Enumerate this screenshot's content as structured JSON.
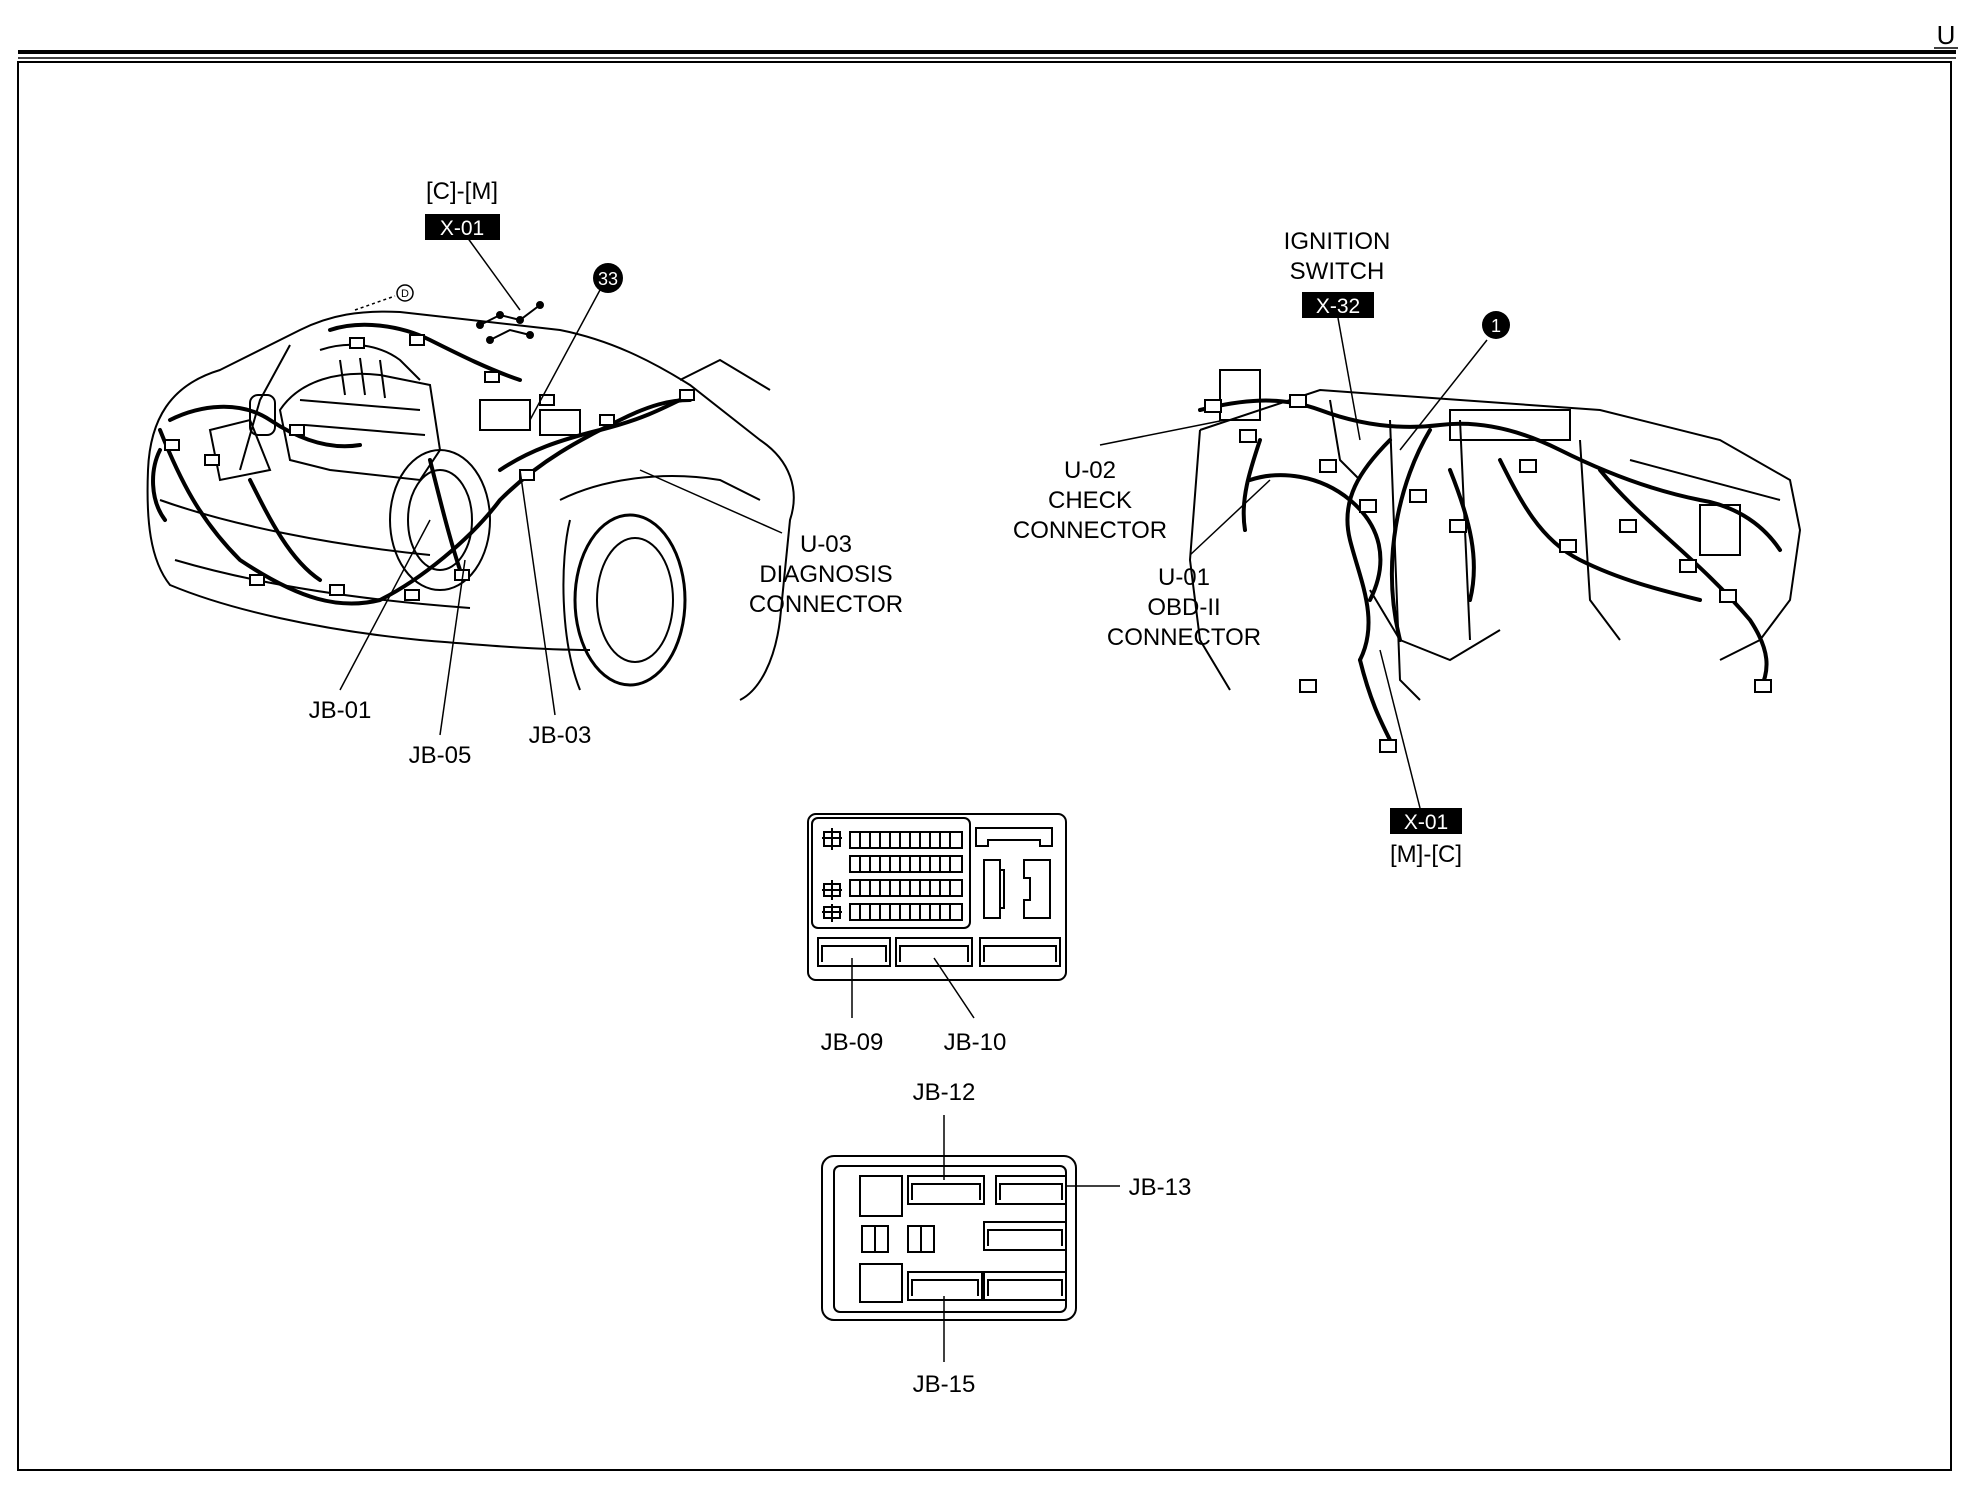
{
  "header": {
    "section_letter": "U"
  },
  "labels": {
    "cm": "[C]-[M]",
    "x01_top": "X-01",
    "x33": "33",
    "ign1": "IGNITION",
    "ign2": "SWITCH",
    "x32": "X-32",
    "x1": "1",
    "u02a": "U-02",
    "u02b": "CHECK",
    "u02c": "CONNECTOR",
    "u01a": "U-01",
    "u01b": "OBD-II",
    "u01c": "CONNECTOR",
    "u03a": "U-03",
    "u03b": "DIAGNOSIS",
    "u03c": "CONNECTOR",
    "jb01": "JB-01",
    "jb05": "JB-05",
    "jb03": "JB-03",
    "x01_bot": "X-01",
    "mc": "[M]-[C]",
    "jb09": "JB-09",
    "jb10": "JB-10",
    "jb12": "JB-12",
    "jb13": "JB-13",
    "jb15": "JB-15",
    "d_marker": "D"
  },
  "colors": {
    "ink": "#000000",
    "paper": "#ffffff"
  }
}
